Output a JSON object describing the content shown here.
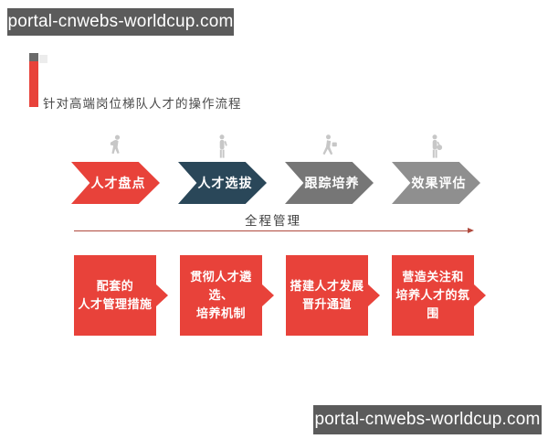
{
  "watermark_top": {
    "text": "portal-cnwebs-worldcup.com"
  },
  "watermark_bottom": {
    "text": "portal-cnwebs-worldcup.com"
  },
  "title": {
    "text": "针对高端岗位梯队人才的操作流程"
  },
  "flow": {
    "steps": [
      {
        "label": "人才盘点",
        "color": "#e8423a",
        "icon": "person-backpack-icon"
      },
      {
        "label": "人才选拔",
        "color": "#2a4759",
        "icon": "person-standing-icon"
      },
      {
        "label": "跟踪培养",
        "color": "#767676",
        "icon": "person-walking-icon"
      },
      {
        "label": "效果评估",
        "color": "#8f8f8f",
        "icon": "person-bag-icon"
      }
    ]
  },
  "timeline": {
    "label": "全程管理",
    "color": "#b04a3e"
  },
  "measures": [
    {
      "lines": [
        "配套的",
        "人才管理措施"
      ]
    },
    {
      "lines": [
        "贯彻人才遴选、",
        "培养机制"
      ]
    },
    {
      "lines": [
        "搭建人才发展",
        "晋升通道"
      ]
    },
    {
      "lines": [
        "营造关注和",
        "培养人才的氛围"
      ]
    }
  ],
  "colors": {
    "red": "#e8423a",
    "navy": "#2a4759",
    "gray_dark": "#767676",
    "gray_light": "#8f8f8f",
    "badge_bg": "#5b5b5b",
    "timeline_line": "#b04a3e"
  }
}
